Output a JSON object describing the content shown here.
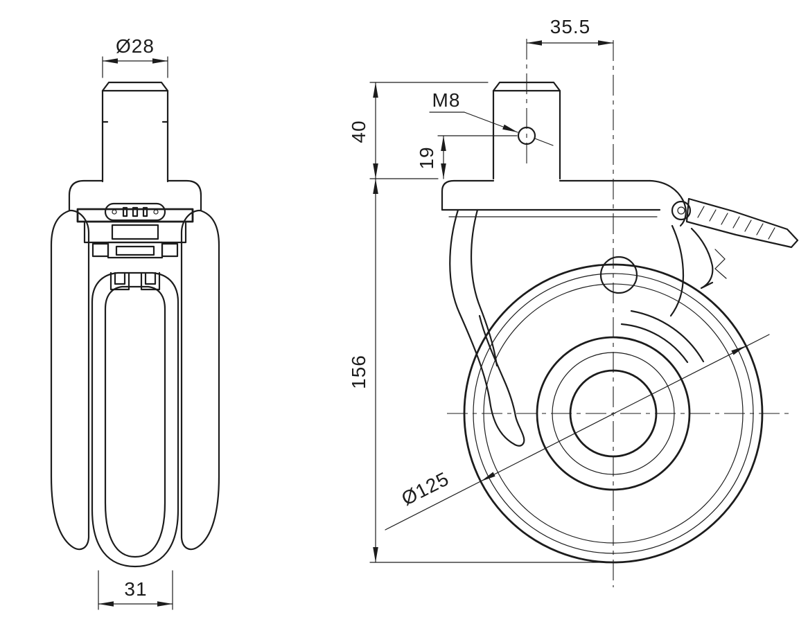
{
  "drawing": {
    "type": "technical-drawing",
    "subject": "swivel-caster-wheel-with-brake",
    "colors": {
      "line": "#1c1c1c",
      "background": "#ffffff"
    },
    "front_view": {
      "dim_stem_diameter": "Ø28",
      "dim_wheel_width": "31"
    },
    "side_view": {
      "dim_axis_offset": "35.5",
      "dim_stem_length": "40",
      "dim_hole_position": "19",
      "dim_thread": "M8",
      "dim_overall_height": "156",
      "dim_wheel_diameter": "Ø125"
    }
  }
}
